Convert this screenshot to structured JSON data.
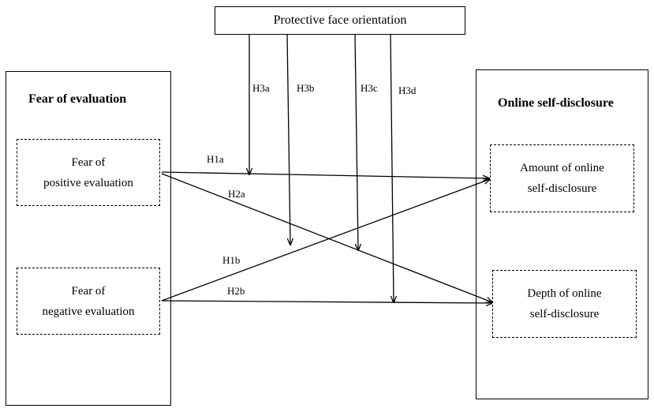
{
  "moderator": {
    "label": "Protective face orientation"
  },
  "left_panel": {
    "title": "Fear of evaluation",
    "items": [
      {
        "line1": "Fear of",
        "line2": "positive evaluation"
      },
      {
        "line1": "Fear of",
        "line2": "negative evaluation"
      }
    ]
  },
  "right_panel": {
    "title": "Online self-disclosure",
    "items": [
      {
        "line1": "Amount of online",
        "line2": "self-disclosure"
      },
      {
        "line1": "Depth of online",
        "line2": "self-disclosure"
      }
    ]
  },
  "paths": {
    "h1a": "H1a",
    "h1b": "H1b",
    "h2a": "H2a",
    "h2b": "H2b",
    "h3a": "H3a",
    "h3b": "H3b",
    "h3c": "H3c",
    "h3d": "H3d"
  }
}
